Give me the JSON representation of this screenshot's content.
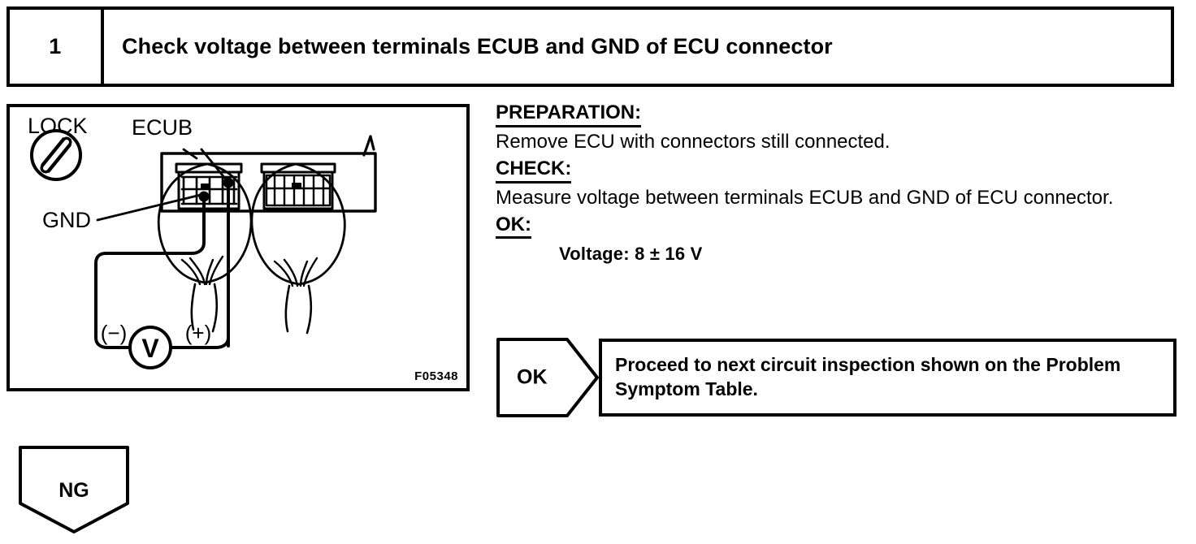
{
  "step": {
    "number": "1",
    "title": "Check voltage between terminals ECUB and GND of ECU connector"
  },
  "figure": {
    "id": "F05348",
    "labels": {
      "lock": "LOCK",
      "ecub": "ECUB",
      "gnd": "GND",
      "meter": "V",
      "negative": "(−)",
      "positive": "(+)"
    },
    "icons": {
      "lock": "lock-screw-icon",
      "meter": "voltmeter-icon"
    }
  },
  "detail": {
    "preparation_head": "PREPARATION:",
    "preparation_body": "Remove ECU with connectors still connected.",
    "check_head": "CHECK:",
    "check_body": "Measure voltage between terminals ECUB and GND of ECU connector.",
    "ok_head": "OK:",
    "ok_value": "Voltage: 8 ± 16 V"
  },
  "branches": {
    "ok": {
      "label": "OK",
      "result": "Proceed to next circuit inspection shown on the Problem Symptom Table."
    },
    "ng": {
      "label": "NG"
    }
  },
  "colors": {
    "ink": "#000000",
    "paper": "#ffffff"
  }
}
